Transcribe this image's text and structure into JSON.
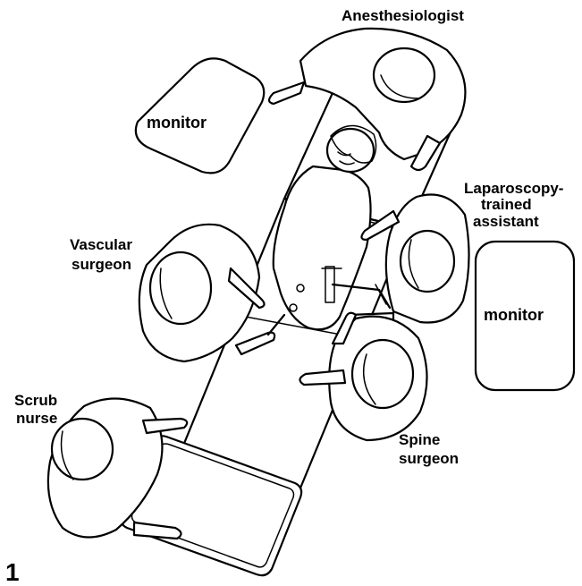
{
  "figure_number": "1",
  "monitors": [
    {
      "label": "monitor"
    },
    {
      "label": "monitor"
    }
  ],
  "personnel": {
    "anesthesiologist": "Anesthesiologist",
    "laparoscopy_assistant_line1": "Laparoscopy-",
    "laparoscopy_assistant_line2": "trained",
    "laparoscopy_assistant_line3": "assistant",
    "vascular_surgeon_line1": "Vascular",
    "vascular_surgeon_line2": "surgeon",
    "scrub_nurse_line1": "Scrub",
    "scrub_nurse_line2": "nurse",
    "spine_surgeon_line1": "Spine",
    "spine_surgeon_line2": "surgeon"
  }
}
